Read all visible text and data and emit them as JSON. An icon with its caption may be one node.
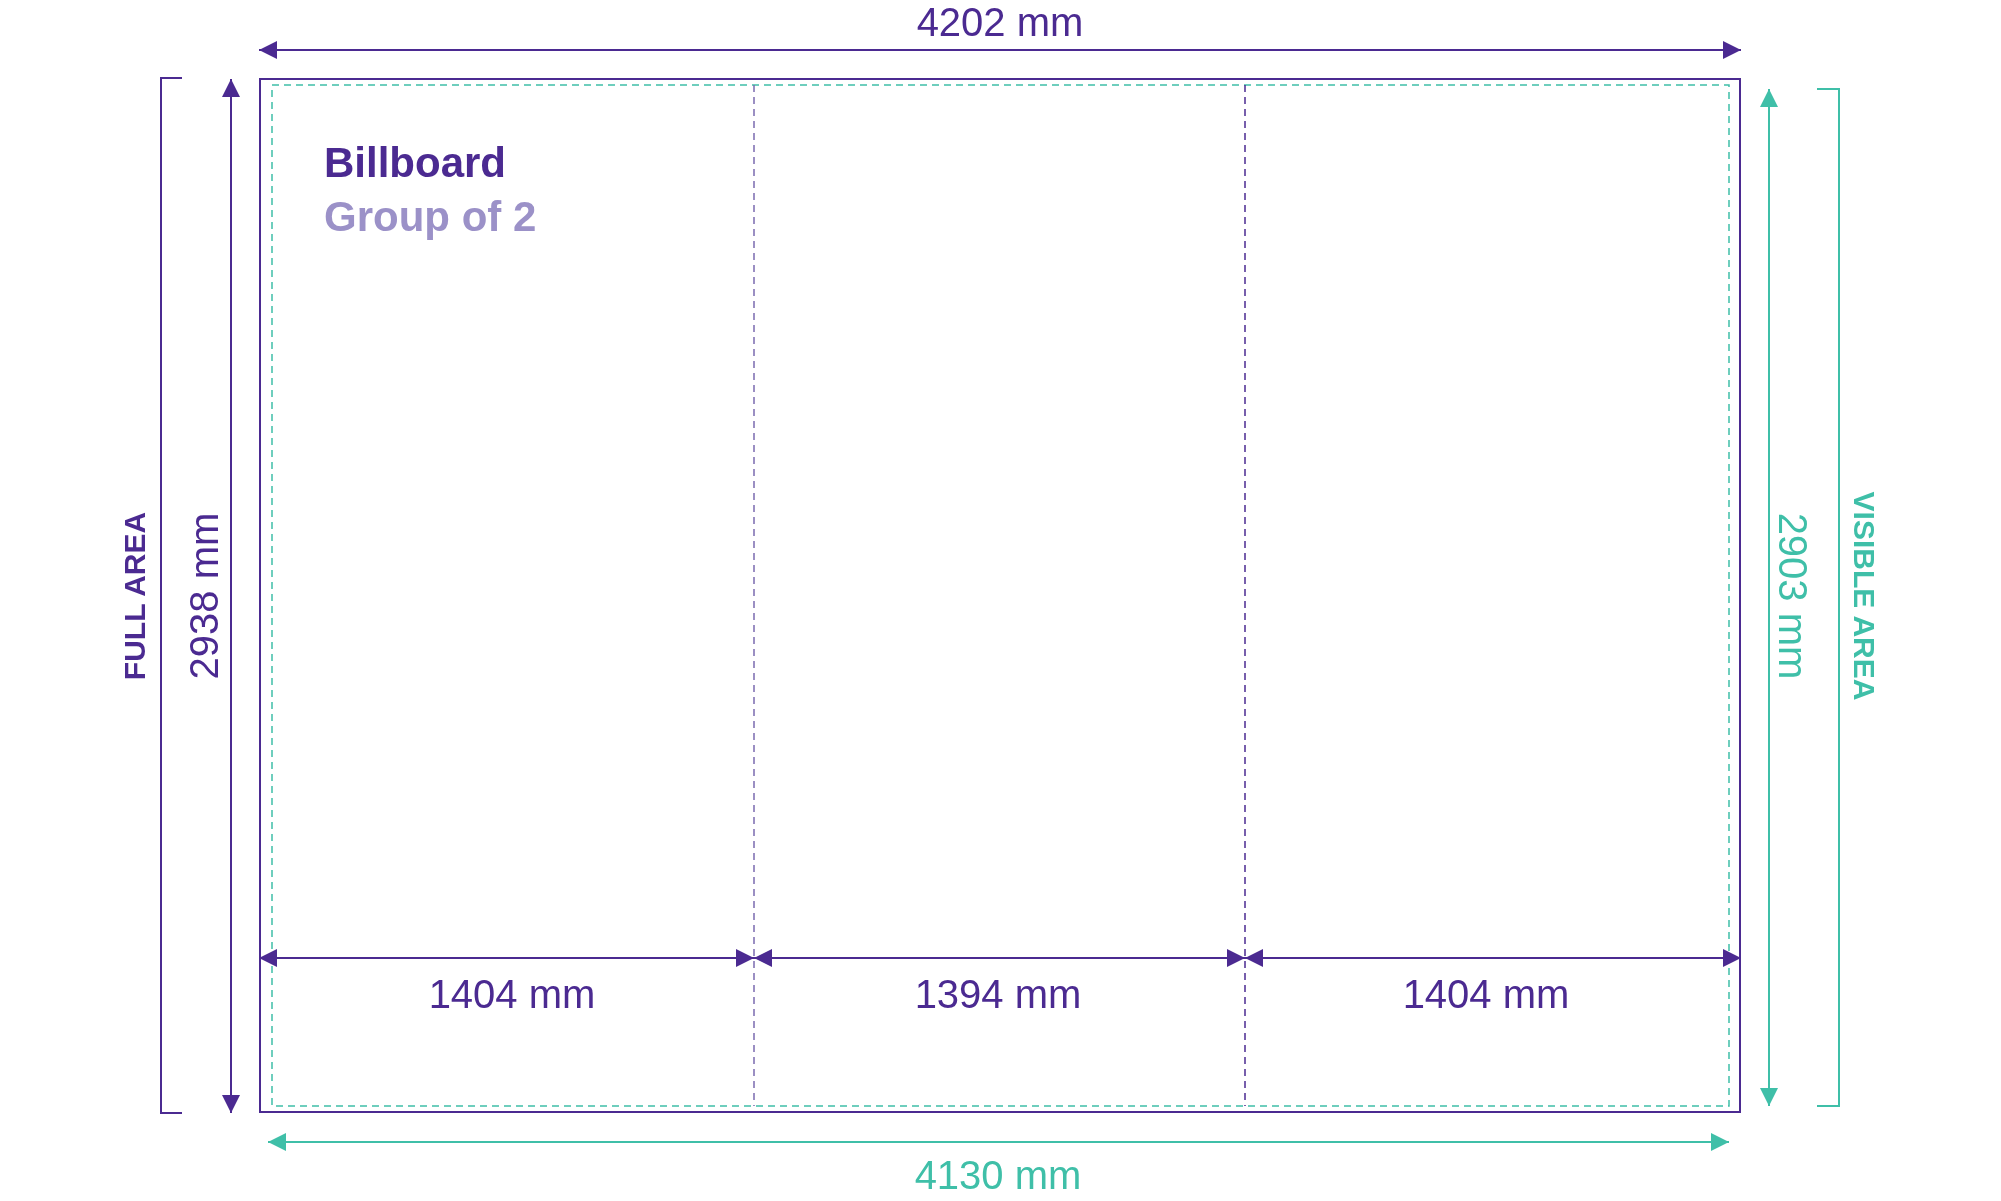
{
  "diagram": {
    "nodes": [
      {
        "text": [
          "Billboard",
          "Group of 2"
        ]
      }
    ],
    "edges": [],
    "labels": [
      "4202 mm",
      "FULL AREA",
      "2938 mm",
      "1404 mm",
      "1394 mm",
      "1404 mm",
      "2903 mm",
      "VISIBLE AREA",
      "4130 mm"
    ]
  }
}
